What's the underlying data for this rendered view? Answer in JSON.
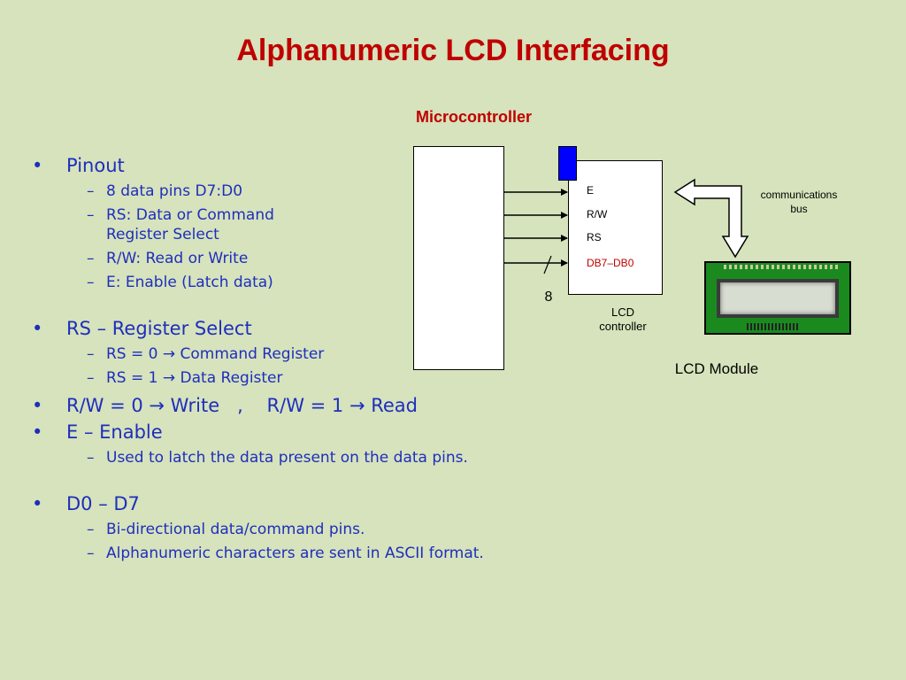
{
  "slide": {
    "title": "Alphanumeric LCD Interfacing"
  },
  "bullets": [
    {
      "text": "Pinout",
      "subs": [
        "8 data pins D7:D0",
        "RS: Data or Command Register Select",
        "R/W: Read or Write",
        "E: Enable (Latch data)"
      ]
    },
    {
      "text": "RS – Register Select",
      "subs": [
        "RS = 0 → Command Register",
        "RS = 1 → Data Register"
      ]
    },
    {
      "text": "R/W = 0 → Write   ,    R/W = 1 → Read",
      "subs": []
    },
    {
      "text": "E – Enable",
      "subs": [
        "Used to latch the data present on the data pins."
      ]
    },
    {
      "text": "D0 – D7",
      "subs": [
        "Bi-directional data/command pins.",
        "Alphanumeric characters are sent in ASCII format."
      ]
    }
  ],
  "diagram": {
    "microcontroller_label": "Microcontroller",
    "pins": [
      "E",
      "R/W",
      "RS",
      "DB7–DB0"
    ],
    "bus_width": "8",
    "lcd_controller_label": "LCD\ncontroller",
    "communications_bus_label": "communications\nbus",
    "lcd_module_label": "LCD Module",
    "colors": {
      "connector": "#0000ff",
      "data_pin_label": "#c00000",
      "title": "#c00000",
      "bullet_text": "#1f2ebd",
      "background": "#d6e3bc"
    }
  }
}
